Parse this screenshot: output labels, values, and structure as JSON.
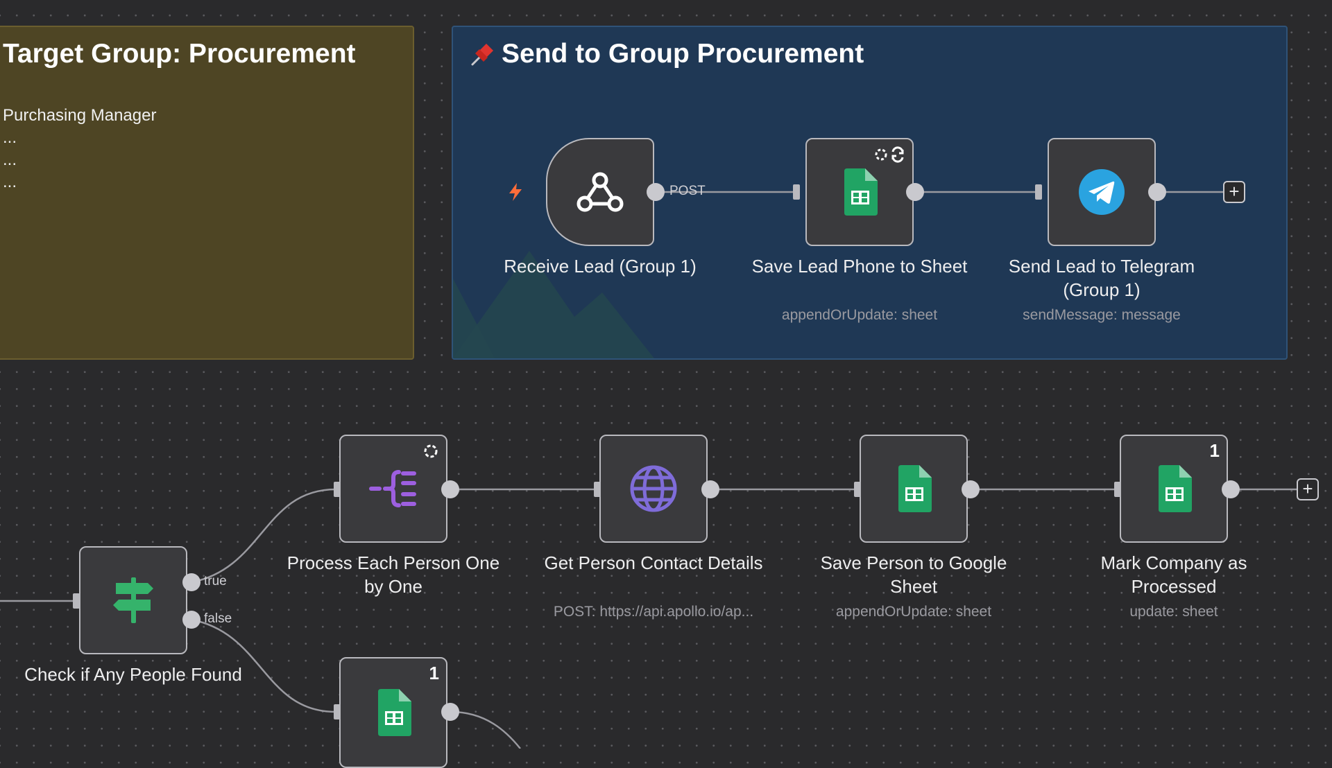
{
  "canvas": {
    "sticky_procurement": {
      "title": "Target Group: Procurement",
      "lines": [
        "Purchasing Manager",
        "...",
        "...",
        "..."
      ]
    },
    "sticky_send": {
      "title": "Send to Group Procurement",
      "pin_icon": "pushpin-icon"
    }
  },
  "nodes": {
    "receive_lead": {
      "label": "Receive Lead (Group 1)",
      "icon": "webhook-icon",
      "trigger_icon": "lightning-icon"
    },
    "save_lead_phone": {
      "label": "Save Lead Phone to Sheet",
      "subtitle": "appendOrUpdate: sheet",
      "icon": "google-sheets-icon"
    },
    "send_telegram": {
      "label": "Send Lead to Telegram (Group 1)",
      "subtitle": "sendMessage: message",
      "icon": "telegram-icon"
    },
    "check_people": {
      "label": "Check if Any People Found",
      "icon": "signpost-icon"
    },
    "process_each": {
      "label": "Process Each Person One by One",
      "icon": "split-icon"
    },
    "get_contact": {
      "label": "Get Person Contact Details",
      "subtitle": "POST: https://api.apollo.io/ap...",
      "icon": "globe-icon"
    },
    "save_person": {
      "label": "Save Person to Google Sheet",
      "subtitle": "appendOrUpdate: sheet",
      "icon": "google-sheets-icon"
    },
    "mark_company": {
      "label": "Mark Company as Processed",
      "subtitle": "update: sheet",
      "badge": "1",
      "icon": "google-sheets-icon"
    },
    "bottom_sheet": {
      "badge": "1",
      "icon": "google-sheets-icon"
    }
  },
  "connections": {
    "post_label": "POST",
    "true_label": "true",
    "false_label": "false"
  },
  "colors": {
    "canvas_bg": "#2a2a2c",
    "sticky_yellow": "#4e4524",
    "sticky_blue": "#1f3855",
    "sheets_green": "#21a464",
    "telegram_blue": "#2aa3e0",
    "http_purple": "#7f6cd9",
    "split_purple": "#9d5fe0",
    "if_green": "#35b36b",
    "trigger_orange": "#ff6d3a"
  }
}
